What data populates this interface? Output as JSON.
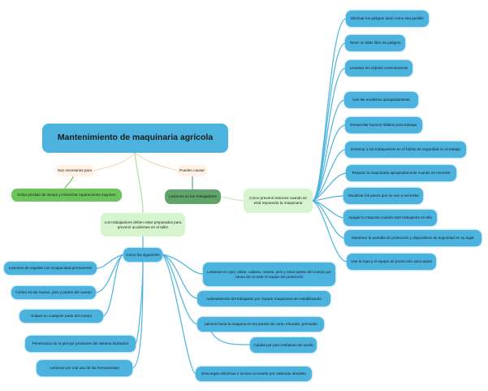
{
  "title": "Mantenimiento de maquinaria agrícola",
  "left_branch": {
    "connector": "Son necesarios para",
    "result": "Evitar pérdida de tiempo y minimizar reparaciones mayores"
  },
  "right_branch": {
    "connector": "Pueden causar",
    "result": "Lesiones en los trabajadores"
  },
  "center_branch": "Los trabajadores deben estar preparados para prevenir accidentes en el taller",
  "prevention": {
    "label": "Como prevenir lesiones cuando se está reparando la maquinaria",
    "items": [
      "Eliminar los peligros tanto como sea posible",
      "Tener un taller libre de peligros",
      "Levantar los objetos correctamente",
      "Use las escaleras apropiadamente",
      "Desarrollar buenos hábitos para trabajar",
      "Entrenar a los trabajadores en el hábito de seguridad en el trabajo",
      "Reparar la maquinaria apropiadamente cuando se necesite",
      "Visualizar los pasos que se van a necesitar",
      "Apagar la maquina cuando este trabajando en ella",
      "Mantener la pantalla de protección y dispositivos de seguridad en su lugar",
      "Use la ropa y el equipo de protección adecuados"
    ]
  },
  "injuries": {
    "label": "Como las siguientes",
    "left_items": [
      "Lesiones de espalda con incapacidad permanente",
      "Cortes en las manos, pies y partes del cuerpo",
      "Golpes en cualquier parte del cuerpo",
      "Penetración de la piel por presiones del sistema hidráulico",
      "Lesiones por mal uso de las herramientas"
    ],
    "right_items": [
      "Lesiones en ojos, oídos, cabeza, manos, pies y otras partes del cuerpo por causa de no usar el equipo de protección",
      "Aplastamiento del trabajador por reparar maquinaria sin estabilizaarla",
      "Jalones hacia la maquina en los puntos de corte, triturado, prensado",
      "Caídas por piso resbaloso de aceite",
      "Descargas eléctricas e incluso la muerte por cableado obsoleto"
    ]
  },
  "colors": {
    "blue": "#4cb3df",
    "light_green": "#d6f5cf",
    "green": "#6cc55c",
    "dark_green": "#5fa56a",
    "peach": "#fff1e4"
  }
}
